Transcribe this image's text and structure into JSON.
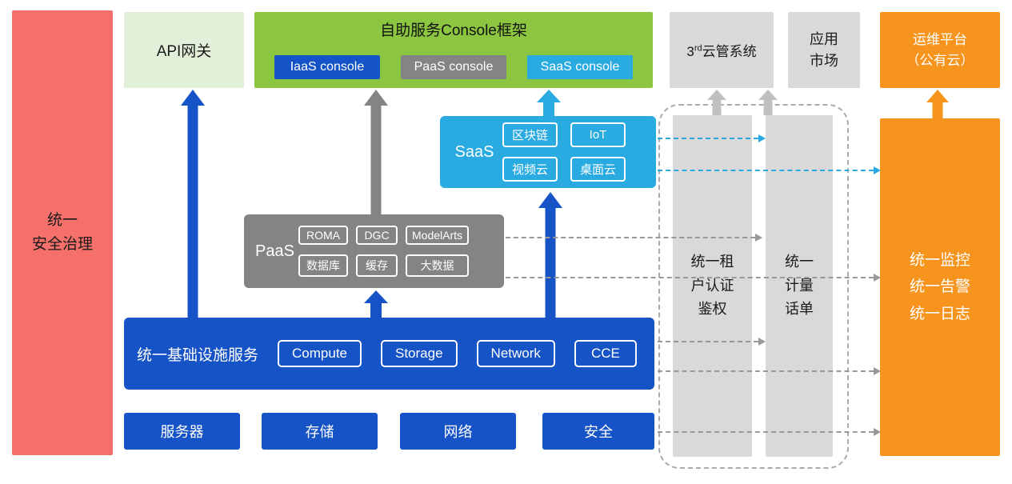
{
  "colors": {
    "blue": "#1553C6",
    "cyan": "#29ABE2",
    "green": "#8CC540",
    "light_green": "#E2F0D9",
    "gray": "#848484",
    "light_gray": "#D9D9D9",
    "red": "#F5706B",
    "orange": "#F7941D"
  },
  "security_bar": {
    "label": "统一\n安全治理"
  },
  "api_gateway": {
    "label": "API网关"
  },
  "console_frame": {
    "title": "自助服务Console框架",
    "iaas_button": "IaaS console",
    "paas_button": "PaaS console",
    "saas_button": "SaaS console"
  },
  "third_party_cms": {
    "base": "3",
    "sup": "rd",
    "rest": "云管系统"
  },
  "app_market": {
    "label": "应用\n市场"
  },
  "om_platform": {
    "label": "运维平台\n（公有云）"
  },
  "saas": {
    "label": "SaaS",
    "items": [
      "区块链",
      "IoT",
      "视频云",
      "桌面云"
    ]
  },
  "paas": {
    "label": "PaaS",
    "items": [
      "ROMA",
      "DGC",
      "ModelArts",
      "数据库",
      "缓存",
      "大数据"
    ]
  },
  "iaas": {
    "label": "统一基础设施服务",
    "items": [
      "Compute",
      "Storage",
      "Network",
      "CCE"
    ]
  },
  "hardware": {
    "items": [
      "服务器",
      "存储",
      "网络",
      "安全"
    ]
  },
  "auth_bar": {
    "label": "统一租\n户认证\n鉴权"
  },
  "billing_bar": {
    "label": "统一\n计量\n话单"
  },
  "monitoring": {
    "label": "统一监控\n统一告警\n统一日志"
  }
}
